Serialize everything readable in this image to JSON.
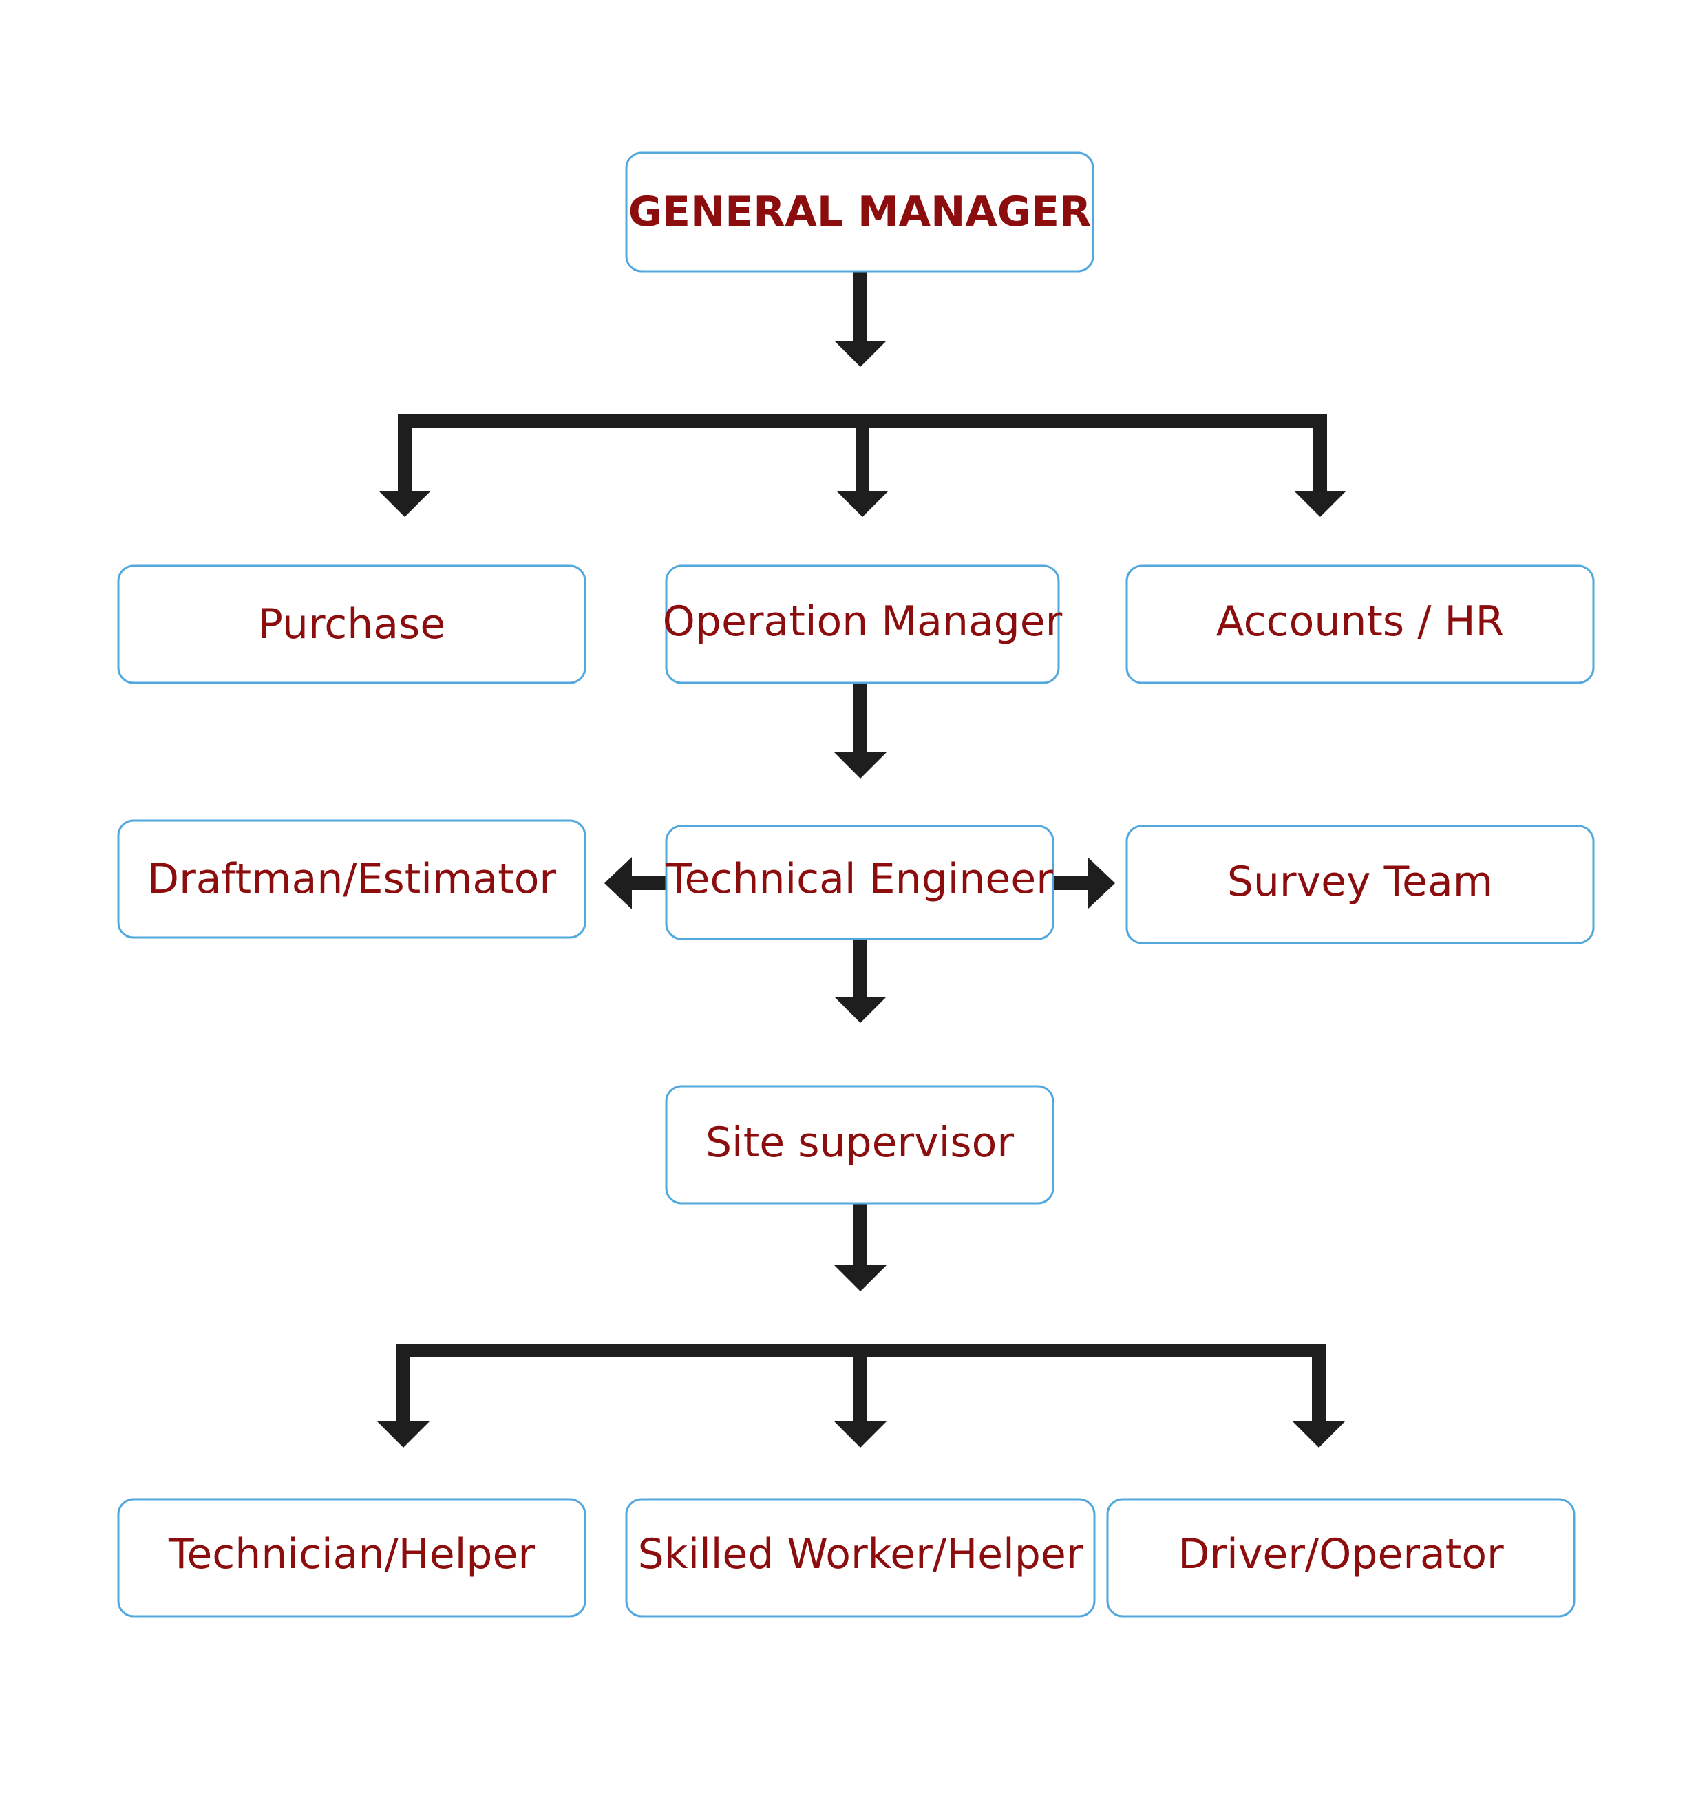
{
  "colors": {
    "text": "#8b0d0d",
    "box_border": "#52a8dd",
    "arrow": "#1e1e1e"
  },
  "nodes": {
    "general_manager": "GENERAL MANAGER",
    "purchase": "Purchase",
    "operation_manager": "Operation Manager",
    "accounts_hr": "Accounts / HR",
    "draftman_estimator": "Draftman/Estimator",
    "technical_engineer": "Technical Engineer",
    "survey_team": "Survey Team",
    "site_supervisor": "Site supervisor",
    "technician_helper": "Technician/Helper",
    "skilled_worker_helper": "Skilled Worker/Helper",
    "driver_operator": "Driver/Operator"
  },
  "edges": [
    {
      "from": "general_manager",
      "to": "purchase"
    },
    {
      "from": "general_manager",
      "to": "operation_manager"
    },
    {
      "from": "general_manager",
      "to": "accounts_hr"
    },
    {
      "from": "operation_manager",
      "to": "technical_engineer"
    },
    {
      "from": "technical_engineer",
      "to": "draftman_estimator"
    },
    {
      "from": "technical_engineer",
      "to": "survey_team"
    },
    {
      "from": "technical_engineer",
      "to": "site_supervisor"
    },
    {
      "from": "site_supervisor",
      "to": "technician_helper"
    },
    {
      "from": "site_supervisor",
      "to": "skilled_worker_helper"
    },
    {
      "from": "site_supervisor",
      "to": "driver_operator"
    }
  ]
}
